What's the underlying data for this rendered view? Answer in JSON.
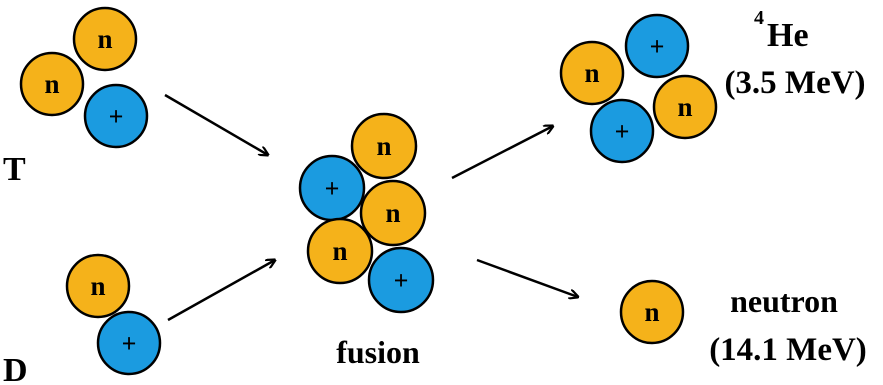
{
  "colors": {
    "neutron": "#f5b21a",
    "proton": "#1b9be0",
    "outline": "#000000",
    "background": "#ffffff"
  },
  "particles": {
    "neutron_symbol": "n",
    "proton_symbol": "+"
  },
  "labels": {
    "tritium": "T",
    "deuterium": "D",
    "fusion": "fusion",
    "helium_mass_number": "4",
    "helium_symbol": "He",
    "helium_energy": "(3.5 MeV)",
    "neutron_name": "neutron",
    "neutron_energy": "(14.1 MeV)"
  }
}
